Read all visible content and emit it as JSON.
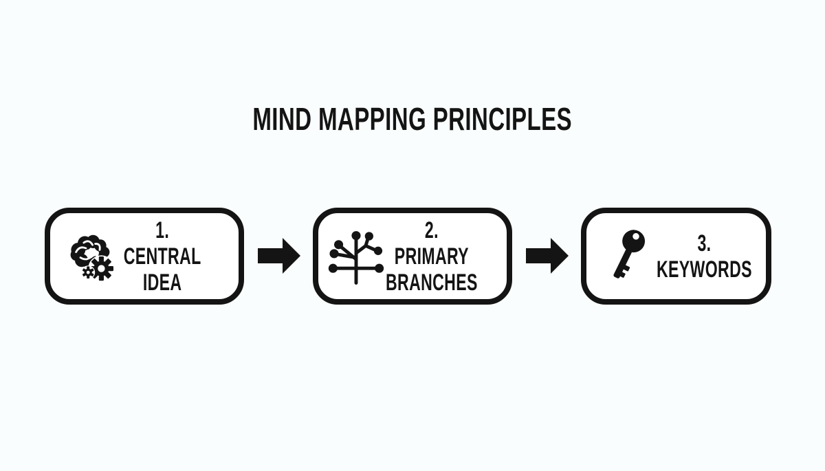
{
  "title": "MIND MAPPING PRINCIPLES",
  "colors": {
    "background": "#fafdfd",
    "ink": "#141414",
    "box_fill": "#ffffff"
  },
  "diagram": {
    "type": "flowchart",
    "direction": "left-to-right",
    "connector": "solid-right-arrow",
    "steps": [
      {
        "number": "1",
        "label": "1. CENTRAL\nIDEA",
        "icon": "brain-gears-icon"
      },
      {
        "number": "2",
        "label": "2. PRIMARY\nBRANCHES",
        "icon": "branch-nodes-icon"
      },
      {
        "number": "3",
        "label": "3. KEYWORDS",
        "icon": "key-icon"
      }
    ]
  }
}
